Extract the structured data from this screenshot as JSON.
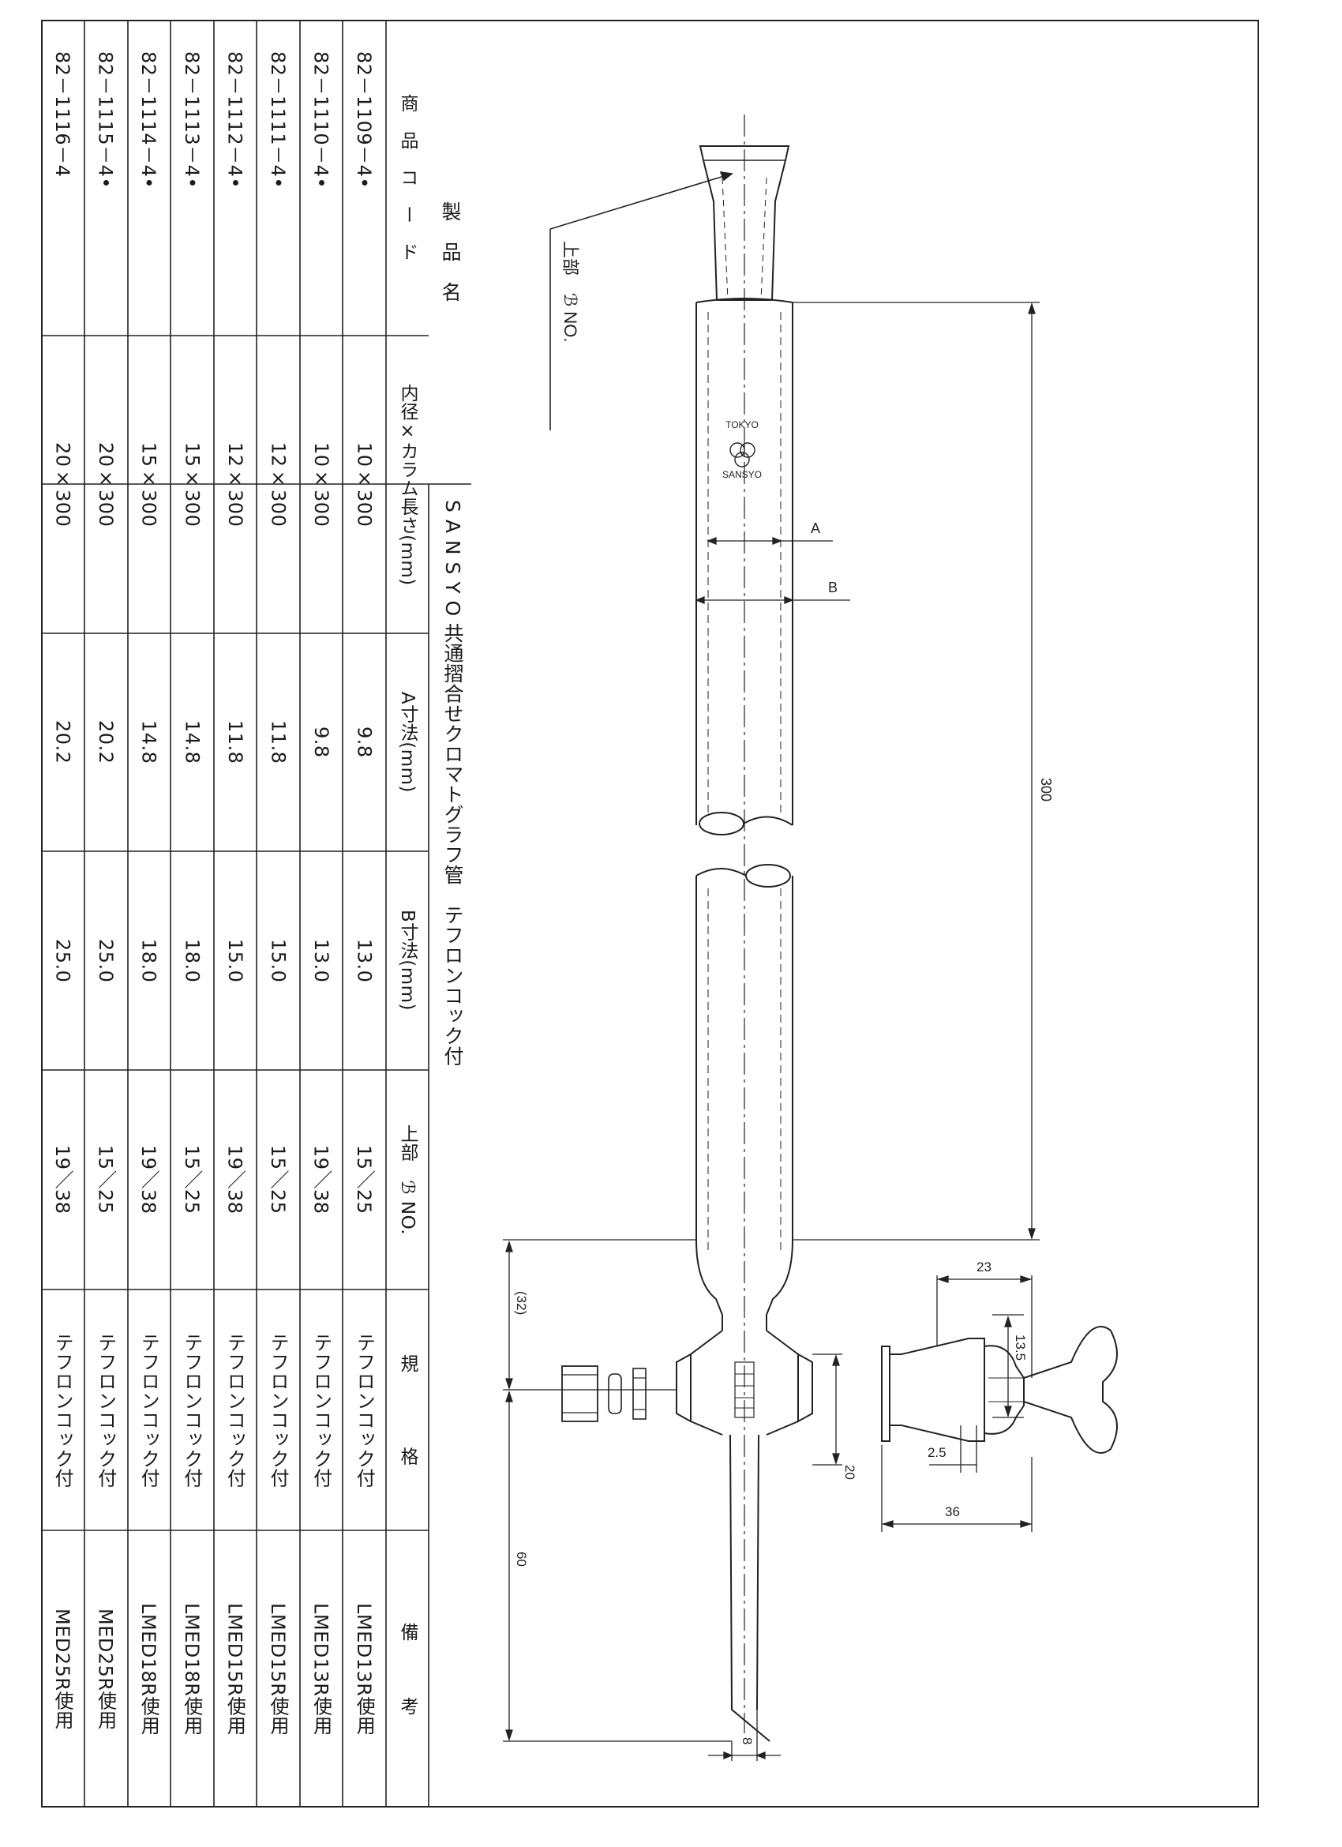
{
  "title": "S A N S Y O 共通摺合せクロマトグラフ管　テフロンコック付",
  "header": {
    "product_name": "製　品　名",
    "columns": [
      "商　品　コ　ー　ド",
      "内径×カラム長さ(mm)",
      "A寸法(mm)",
      "B寸法(mm)",
      "上部　ℬ NO.",
      "規　　　　格",
      "備　　　考"
    ]
  },
  "rows": [
    [
      "82－1109－4•",
      "10×300",
      "9.8",
      "13.0",
      "15／25",
      "テフロンコック付",
      "LMED13R使用"
    ],
    [
      "82－1110－4•",
      "10×300",
      "9.8",
      "13.0",
      "19／38",
      "テフロンコック付",
      "LMED13R使用"
    ],
    [
      "82－1111－4•",
      "12×300",
      "11.8",
      "15.0",
      "15／25",
      "テフロンコック付",
      "LMED15R使用"
    ],
    [
      "82－1112－4•",
      "12×300",
      "11.8",
      "15.0",
      "19／38",
      "テフロンコック付",
      "LMED15R使用"
    ],
    [
      "82－1113－4•",
      "15×300",
      "14.8",
      "18.0",
      "15／25",
      "テフロンコック付",
      "LMED18R使用"
    ],
    [
      "82－1114－4•",
      "15×300",
      "14.8",
      "18.0",
      "19／38",
      "テフロンコック付",
      "LMED18R使用"
    ],
    [
      "82－1115－4•",
      "20×300",
      "20.2",
      "25.0",
      "15／25",
      "テフロンコック付",
      "MED25R使用"
    ],
    [
      "82－1116－4",
      "20×300",
      "20.2",
      "25.0",
      "19／38",
      "テフロンコック付",
      "MED25R使用"
    ]
  ],
  "drawing": {
    "upper_label": "上部　ℬ NO.",
    "logo_top": "TOKYO",
    "logo_bottom": "SANSYO",
    "label_a": "A",
    "label_b": "B",
    "dim_300": "300",
    "dim_32": "(32)",
    "dim_60": "60",
    "dim_20": "20",
    "dim_8": "8",
    "dim_23": "23",
    "dim_13_5": "13.5",
    "dim_2_5": "2.5",
    "dim_36": "36"
  }
}
